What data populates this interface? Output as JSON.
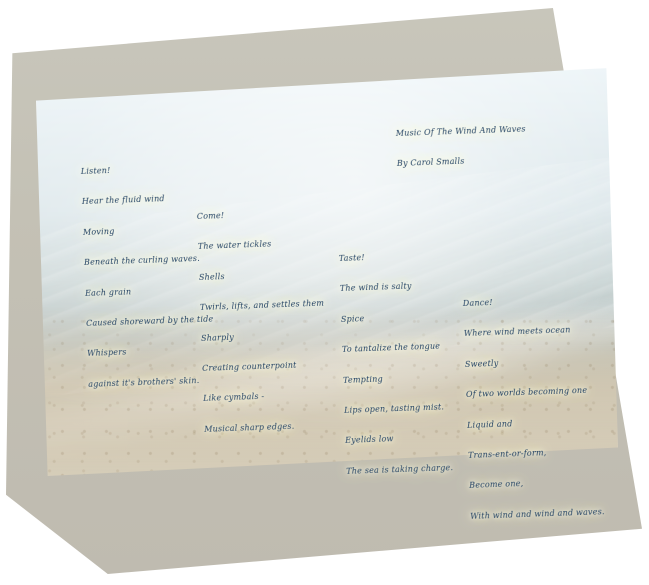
{
  "poem": {
    "header": {
      "title_line": "Music Of The Wind And Waves",
      "byline": "By Carol Smalls"
    },
    "listen": {
      "heading": "Listen!",
      "lines": [
        "Hear the fluid wind",
        "Moving",
        "Beneath the curling waves.",
        "Each grain",
        "Caused shoreward by the tide",
        "Whispers",
        "against it's brothers' skin."
      ]
    },
    "come": {
      "heading": "Come!",
      "lines": [
        "The water tickles",
        "Shells",
        "Twirls, lifts, and settles them",
        "Sharply",
        "Creating counterpoint",
        "Like cymbals -",
        "Musical sharp edges."
      ]
    },
    "taste": {
      "heading": "Taste!",
      "lines": [
        "The wind is salty",
        "Spice",
        "To tantalize the tongue",
        "Tempting",
        "Lips open, tasting mist.",
        "Eyelids low",
        "The sea is taking charge."
      ]
    },
    "dance": {
      "heading": "Dance!",
      "lines": [
        "Where wind meets ocean",
        "Sweetly",
        "Of two worlds becoming one",
        "Liquid and",
        "Trans-ent-or-form,",
        "Become one,",
        "With wind and wind and waves."
      ]
    }
  }
}
